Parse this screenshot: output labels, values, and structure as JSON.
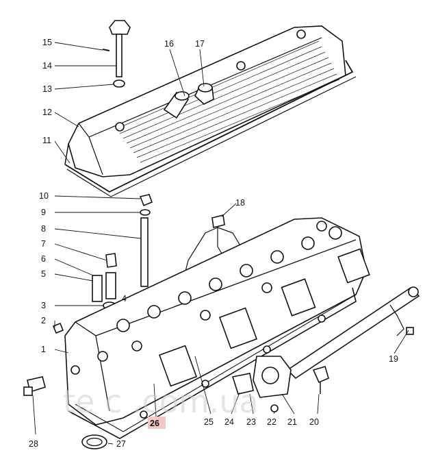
{
  "watermark": "te  c  .com.ua",
  "highlighted_label": "26",
  "callouts": {
    "c1": "1",
    "c2": "2",
    "c3": "3",
    "c4": "4",
    "c5": "5",
    "c6": "6",
    "c7": "7",
    "c8": "8",
    "c9": "9",
    "c10": "10",
    "c11": "11",
    "c12": "12",
    "c13": "13",
    "c14": "14",
    "c15": "15",
    "c16": "16",
    "c17": "17",
    "c18": "18",
    "c19": "19",
    "c20": "20",
    "c21": "21",
    "c22": "22",
    "c23": "23",
    "c24": "24",
    "c25": "25",
    "c26": "26",
    "c27": "27",
    "c28": "28"
  },
  "colors": {
    "ink": "#111111",
    "highlight": "#f4c7c7",
    "paper": "#ffffff"
  }
}
